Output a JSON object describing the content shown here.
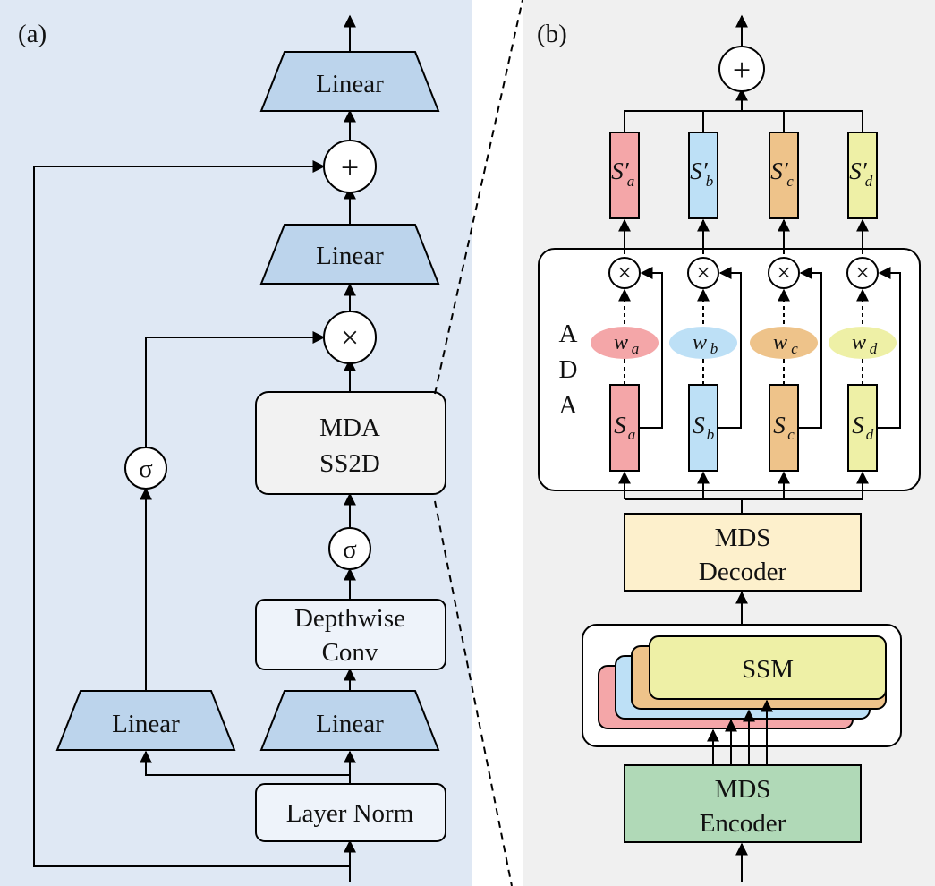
{
  "panels": {
    "a": {
      "tag": "(a)",
      "linear_top": "Linear",
      "linear_mid": "Linear",
      "linear_left": "Linear",
      "linear_right": "Linear",
      "add_op": "+",
      "mul_op": "×",
      "mda_line1": "MDA",
      "mda_line2": "SS2D",
      "sigma": "σ",
      "dwconv_line1": "Depthwise",
      "dwconv_line2": "Conv",
      "layer_norm": "Layer Norm"
    },
    "b": {
      "tag": "(b)",
      "add_op": "+",
      "mul_op": "×",
      "ada_letters": [
        "A",
        "D",
        "A"
      ],
      "branches": [
        {
          "key": "a",
          "s_prime": "S′",
          "w": "w",
          "s": "S",
          "sub": "a",
          "fill": "#f4a6a8",
          "wfill": "#f4a6a8"
        },
        {
          "key": "b",
          "s_prime": "S′",
          "w": "w",
          "s": "S",
          "sub": "b",
          "fill": "#bde0f6",
          "wfill": "#bde0f6"
        },
        {
          "key": "c",
          "s_prime": "S′",
          "w": "w",
          "s": "S",
          "sub": "c",
          "fill": "#eec38a",
          "wfill": "#eec38a"
        },
        {
          "key": "d",
          "s_prime": "S′",
          "w": "w",
          "s": "S",
          "sub": "d",
          "fill": "#eef0a6",
          "wfill": "#eef0a6"
        }
      ],
      "decoder_line1": "MDS",
      "decoder_line2": "Decoder",
      "ssm": "SSM",
      "encoder_line1": "MDS",
      "encoder_line2": "Encoder"
    }
  },
  "colors": {
    "panel_a_bg": "#dfe8f4",
    "panel_b_bg": "#f0f0f0",
    "linear_fill": "#bcd4ec",
    "mda_fill": "#f2f2f2",
    "box_fill": "#eef3fa",
    "decoder_fill": "#fdf0cc",
    "encoder_fill": "#b0d9b7",
    "ssm_pink": "#f4a6a8",
    "ssm_blue": "#bde0f6",
    "ssm_orange": "#eec38a",
    "ssm_yellow": "#eef0a6"
  }
}
